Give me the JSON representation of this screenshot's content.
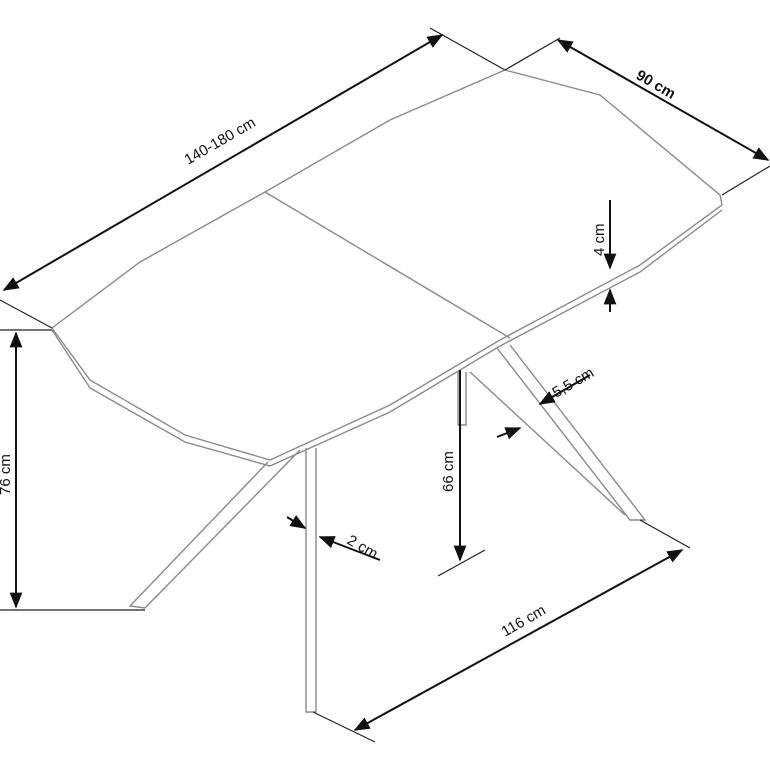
{
  "dimensions": {
    "length": "140-180 cm",
    "width": "90 cm",
    "top_thickness": "4 cm",
    "leg_width": "5,5 cm",
    "height": "76 cm",
    "under_clearance": "66 cm",
    "leg_thickness": "2 cm",
    "leg_span": "116 cm"
  }
}
